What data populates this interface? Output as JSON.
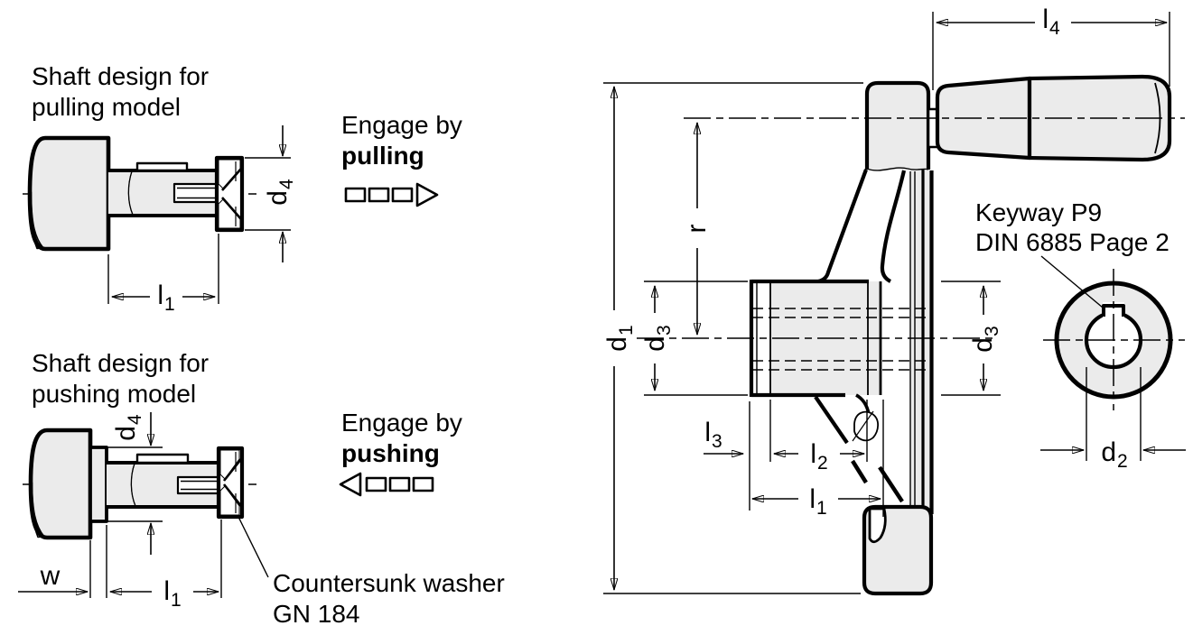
{
  "colors": {
    "line": "#000000",
    "part_fill": "#ebebeb",
    "background": "#ffffff"
  },
  "pulling_section": {
    "title_line1": "Shaft design for",
    "title_line2": "pulling model",
    "engage_line1": "Engage by",
    "engage_line2": "pulling",
    "engage_icon": "dashed-arrow-right-icon",
    "dims": {
      "d4": {
        "base": "d",
        "sub": "4"
      },
      "l1": {
        "base": "l",
        "sub": "1"
      }
    }
  },
  "pushing_section": {
    "title_line1": "Shaft design for",
    "title_line2": "pushing model",
    "engage_line1": "Engage by",
    "engage_line2": "pushing",
    "engage_icon": "dashed-arrow-left-icon",
    "note_line1": "Countersunk washer",
    "note_line2": "GN 184",
    "dims": {
      "d4": {
        "base": "d",
        "sub": "4"
      },
      "w": {
        "base": "w",
        "sub": ""
      },
      "l1": {
        "base": "l",
        "sub": "1"
      }
    }
  },
  "main_view": {
    "dims": {
      "d1": {
        "base": "d",
        "sub": "1"
      },
      "r": {
        "base": "r",
        "sub": ""
      },
      "d3_left": {
        "base": "d",
        "sub": "3"
      },
      "d3_right": {
        "base": "d",
        "sub": "3"
      },
      "l3": {
        "base": "l",
        "sub": "3"
      },
      "l2": {
        "base": "l",
        "sub": "2"
      },
      "l1": {
        "base": "l",
        "sub": "1"
      },
      "l4": {
        "base": "l",
        "sub": "4"
      }
    }
  },
  "end_view": {
    "note_line1": "Keyway P9",
    "note_line2": "DIN 6885 Page 2",
    "dims": {
      "d2": {
        "base": "d",
        "sub": "2"
      }
    }
  }
}
